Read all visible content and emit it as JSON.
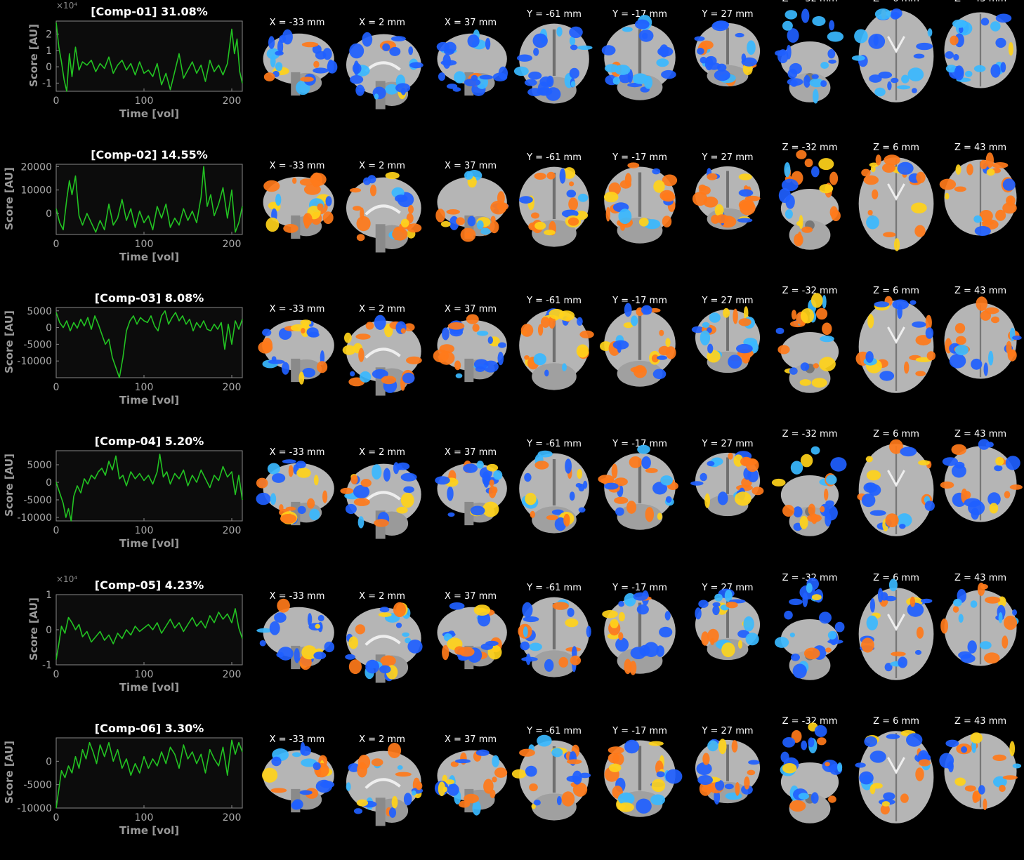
{
  "chart_data": [
    {
      "type": "line",
      "title": "[Comp-01] 31.08%",
      "exponent": "×10⁴",
      "xlabel": "Time [vol]",
      "ylabel": "Score [AU]",
      "xlim": [
        0,
        212
      ],
      "ylim": [
        -1.5,
        2.8
      ],
      "xticks": [
        0,
        100,
        200
      ],
      "yticks": [
        -1,
        0,
        1,
        2
      ],
      "ytick_labels": [
        "-1",
        "0",
        "1",
        "2"
      ],
      "series": [
        {
          "color": "#22c322",
          "x": [
            0,
            3,
            6,
            9,
            12,
            15,
            18,
            22,
            26,
            30,
            35,
            40,
            45,
            50,
            55,
            60,
            65,
            70,
            75,
            80,
            85,
            90,
            95,
            100,
            105,
            110,
            115,
            120,
            125,
            130,
            135,
            140,
            145,
            150,
            155,
            160,
            165,
            170,
            175,
            180,
            185,
            190,
            195,
            200,
            203,
            206,
            209,
            212
          ],
          "y": [
            2.7,
            1.2,
            0.3,
            -0.8,
            -1.5,
            0.8,
            -0.6,
            1.2,
            -0.2,
            0.3,
            0.1,
            0.4,
            -0.3,
            0.2,
            -0.1,
            0.6,
            -0.4,
            0.1,
            0.4,
            -0.2,
            0.2,
            -0.5,
            0.3,
            -0.4,
            -0.2,
            -0.6,
            0.2,
            -1.1,
            -0.4,
            -1.4,
            -0.3,
            0.8,
            -0.7,
            -0.2,
            0.3,
            -0.4,
            0.1,
            -0.9,
            0.4,
            -0.3,
            0.1,
            -0.5,
            0.2,
            2.3,
            0.8,
            1.7,
            -0.3,
            -1.0
          ]
        }
      ]
    },
    {
      "type": "line",
      "title": "[Comp-02] 14.55%",
      "exponent": "",
      "xlabel": "Time [vol]",
      "ylabel": "Score [AU]",
      "xlim": [
        0,
        212
      ],
      "ylim": [
        -9000,
        21000
      ],
      "xticks": [
        0,
        100,
        200
      ],
      "yticks": [
        0,
        10000,
        20000
      ],
      "ytick_labels": [
        "0",
        "10000",
        "20000"
      ],
      "series": [
        {
          "color": "#22c322",
          "x": [
            0,
            4,
            8,
            12,
            15,
            18,
            22,
            26,
            30,
            35,
            40,
            45,
            50,
            55,
            60,
            65,
            70,
            75,
            80,
            85,
            90,
            95,
            100,
            105,
            110,
            115,
            120,
            125,
            130,
            135,
            140,
            145,
            150,
            155,
            160,
            165,
            168,
            172,
            176,
            180,
            185,
            190,
            195,
            200,
            204,
            208,
            212
          ],
          "y": [
            2000,
            -4000,
            -7000,
            6000,
            14000,
            8000,
            16000,
            -1000,
            -5000,
            0,
            -4000,
            -8000,
            -3000,
            -7000,
            4000,
            -5000,
            -2000,
            6000,
            -3000,
            2000,
            -6000,
            1000,
            -4000,
            -1000,
            -7000,
            3000,
            -2000,
            4000,
            -6000,
            -2000,
            -5000,
            2000,
            -3000,
            1000,
            -4000,
            7000,
            20000,
            3000,
            8000,
            -1000,
            4000,
            11000,
            -2000,
            10000,
            -8000,
            -4000,
            3000
          ]
        }
      ]
    },
    {
      "type": "line",
      "title": "[Comp-03] 8.08%",
      "exponent": "",
      "xlabel": "Time [vol]",
      "ylabel": "Score [AU]",
      "xlim": [
        0,
        212
      ],
      "ylim": [
        -15000,
        6000
      ],
      "xticks": [
        0,
        100,
        200
      ],
      "yticks": [
        -10000,
        -5000,
        0,
        5000
      ],
      "ytick_labels": [
        "-10000",
        "-5000",
        "0",
        "5000"
      ],
      "series": [
        {
          "color": "#22c322",
          "x": [
            0,
            4,
            8,
            12,
            16,
            20,
            24,
            28,
            32,
            36,
            40,
            44,
            48,
            52,
            56,
            60,
            64,
            68,
            72,
            76,
            80,
            84,
            88,
            92,
            96,
            100,
            104,
            108,
            112,
            116,
            120,
            124,
            128,
            132,
            136,
            140,
            144,
            148,
            152,
            156,
            160,
            164,
            168,
            172,
            176,
            180,
            184,
            188,
            192,
            196,
            200,
            204,
            208,
            212
          ],
          "y": [
            4500,
            1500,
            0,
            2000,
            -1000,
            1500,
            -200,
            2500,
            500,
            3000,
            -500,
            3500,
            1000,
            -2000,
            -5000,
            -3500,
            -9000,
            -12000,
            -15000,
            -9000,
            -1000,
            2000,
            3500,
            1000,
            3000,
            2000,
            1500,
            3500,
            500,
            -1000,
            3500,
            5000,
            1000,
            3000,
            4500,
            2000,
            3500,
            1000,
            2500,
            -1000,
            1500,
            0,
            2000,
            -500,
            -1000,
            1000,
            -500,
            1500,
            -6500,
            1000,
            -5000,
            2000,
            -500,
            2500
          ]
        }
      ]
    },
    {
      "type": "line",
      "title": "[Comp-04] 5.20%",
      "exponent": "",
      "xlabel": "Time [vol]",
      "ylabel": "Score [AU]",
      "xlim": [
        0,
        212
      ],
      "ylim": [
        -11000,
        9000
      ],
      "xticks": [
        0,
        100,
        200
      ],
      "yticks": [
        -10000,
        -5000,
        0,
        5000
      ],
      "ytick_labels": [
        "-10000",
        "-5000",
        "0",
        "5000"
      ],
      "series": [
        {
          "color": "#22c322",
          "x": [
            0,
            4,
            8,
            11,
            14,
            17,
            20,
            24,
            28,
            32,
            36,
            40,
            44,
            48,
            52,
            56,
            60,
            64,
            68,
            72,
            76,
            80,
            85,
            90,
            95,
            100,
            105,
            110,
            115,
            118,
            122,
            126,
            130,
            135,
            140,
            145,
            150,
            155,
            160,
            165,
            170,
            175,
            180,
            185,
            190,
            195,
            200,
            204,
            208,
            212
          ],
          "y": [
            0,
            -3000,
            -6000,
            -10000,
            -7500,
            -11000,
            -4000,
            -1000,
            -3000,
            1000,
            -500,
            2000,
            1000,
            3000,
            4000,
            2000,
            6000,
            3500,
            7500,
            1000,
            2000,
            -1000,
            3000,
            1000,
            2500,
            500,
            2000,
            -500,
            3000,
            8000,
            1500,
            3000,
            -500,
            2500,
            1000,
            3500,
            -1000,
            2000,
            0,
            3500,
            1000,
            -1500,
            2000,
            500,
            4500,
            1500,
            3000,
            -3500,
            2000,
            -5000
          ]
        }
      ]
    },
    {
      "type": "line",
      "title": "[Comp-05] 4.23%",
      "exponent": "×10⁴",
      "xlabel": "Time [vol]",
      "ylabel": "Score [AU]",
      "xlim": [
        0,
        212
      ],
      "ylim": [
        -1,
        1
      ],
      "xticks": [
        0,
        100,
        200
      ],
      "yticks": [
        -1,
        0,
        1
      ],
      "ytick_labels": [
        "-1",
        "0",
        "1"
      ],
      "series": [
        {
          "color": "#22c322",
          "x": [
            0,
            3,
            6,
            10,
            14,
            18,
            22,
            26,
            30,
            35,
            40,
            45,
            50,
            55,
            60,
            65,
            70,
            75,
            80,
            85,
            90,
            95,
            100,
            105,
            110,
            115,
            120,
            125,
            130,
            135,
            140,
            145,
            150,
            155,
            160,
            165,
            170,
            175,
            180,
            185,
            190,
            195,
            200,
            204,
            208,
            212
          ],
          "y": [
            -0.85,
            -0.4,
            0.1,
            -0.1,
            0.35,
            0.2,
            0.0,
            0.15,
            -0.2,
            -0.05,
            -0.35,
            -0.2,
            -0.05,
            -0.3,
            -0.15,
            -0.4,
            -0.1,
            -0.25,
            0.0,
            -0.15,
            0.1,
            -0.05,
            0.05,
            0.15,
            0.0,
            0.2,
            -0.1,
            0.1,
            0.3,
            0.05,
            0.2,
            -0.05,
            0.15,
            0.35,
            0.1,
            0.25,
            0.05,
            0.4,
            0.2,
            0.5,
            0.3,
            0.45,
            0.2,
            0.6,
            0.05,
            -0.25
          ]
        }
      ]
    },
    {
      "type": "line",
      "title": "[Comp-06] 3.30%",
      "exponent": "",
      "xlabel": "Time [vol]",
      "ylabel": "Score [AU]",
      "xlim": [
        0,
        212
      ],
      "ylim": [
        -10000,
        5000
      ],
      "xticks": [
        0,
        100,
        200
      ],
      "yticks": [
        -10000,
        -5000,
        0
      ],
      "ytick_labels": [
        "-10000",
        "-5000",
        "0"
      ],
      "series": [
        {
          "color": "#22c322",
          "x": [
            0,
            3,
            6,
            10,
            14,
            18,
            22,
            26,
            30,
            34,
            38,
            42,
            46,
            50,
            55,
            60,
            65,
            70,
            75,
            80,
            85,
            90,
            95,
            100,
            105,
            110,
            115,
            120,
            125,
            130,
            135,
            140,
            145,
            150,
            155,
            160,
            165,
            170,
            175,
            180,
            185,
            190,
            195,
            200,
            204,
            208,
            212
          ],
          "y": [
            -10000,
            -6000,
            -2000,
            -3500,
            -1000,
            -2500,
            1000,
            -1500,
            2500,
            500,
            4000,
            2000,
            -500,
            3500,
            1000,
            4000,
            0,
            2500,
            -1500,
            500,
            -3000,
            -500,
            -2500,
            1000,
            -1500,
            500,
            -1000,
            2000,
            -500,
            3000,
            1500,
            -1500,
            3500,
            500,
            2000,
            -500,
            1500,
            -2500,
            2500,
            500,
            -1000,
            3000,
            -3000,
            4500,
            1500,
            4000,
            2000
          ]
        }
      ]
    }
  ],
  "slice_labels": [
    "X = -33 mm",
    "X = 2 mm",
    "X = 37 mm",
    "Y = -61 mm",
    "Y = -17 mm",
    "Y = 27 mm",
    "Z = -32 mm",
    "Z = 6 mm",
    "Z = 43 mm"
  ],
  "colors": {
    "background": "#000000",
    "line": "#22c322",
    "positive": "#ff7a1a",
    "strong_positive": "#ffd21a",
    "negative": "#1f5fff",
    "strong_negative": "#3ab8ff",
    "anatomy": "#b5b5b5"
  }
}
